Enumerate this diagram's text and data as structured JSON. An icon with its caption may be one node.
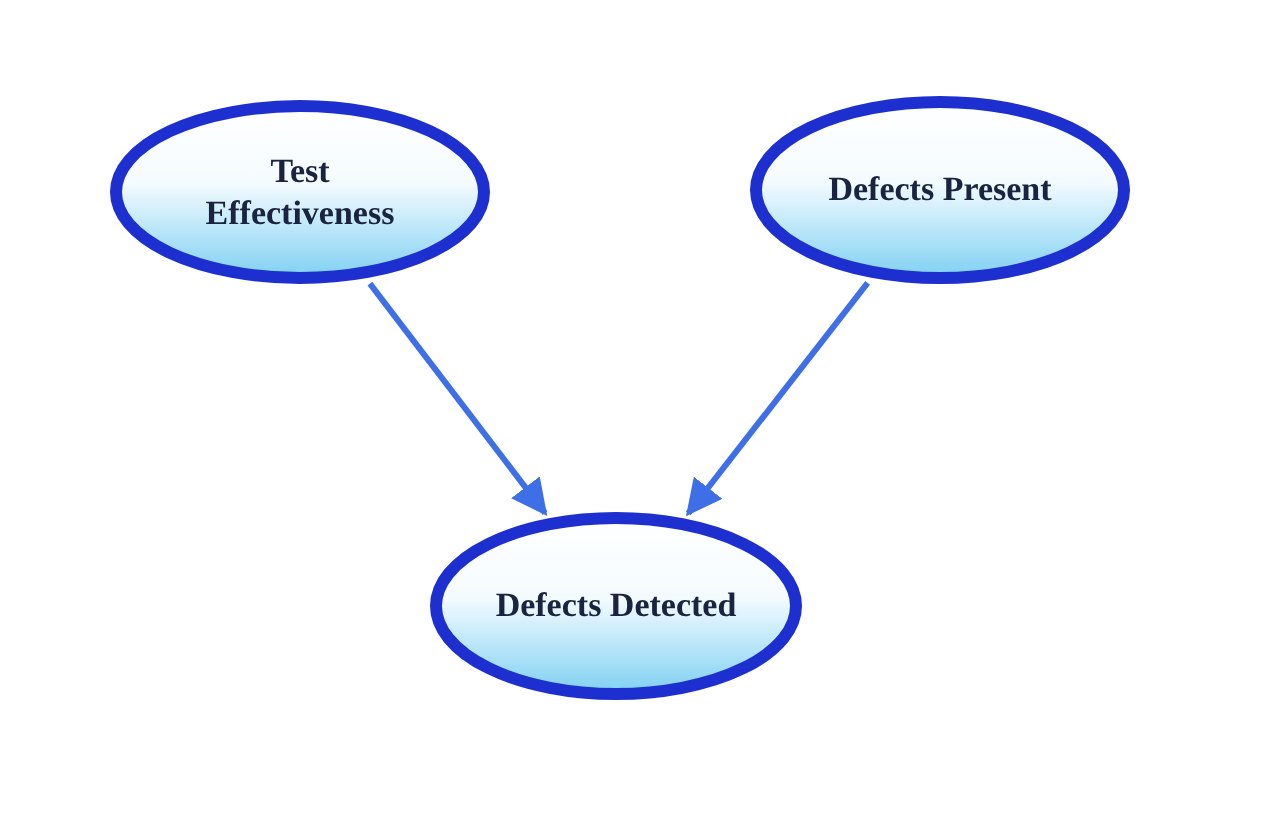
{
  "diagram": {
    "nodes": [
      {
        "text": [
          "Test Effectiveness"
        ]
      },
      {
        "text": [
          "Defects Present"
        ]
      },
      {
        "text": [
          "Defects Detected"
        ]
      }
    ],
    "edges": [
      {
        "from": 0,
        "to": 2,
        "arrow": "to"
      },
      {
        "from": 1,
        "to": 2,
        "arrow": "to"
      }
    ]
  }
}
